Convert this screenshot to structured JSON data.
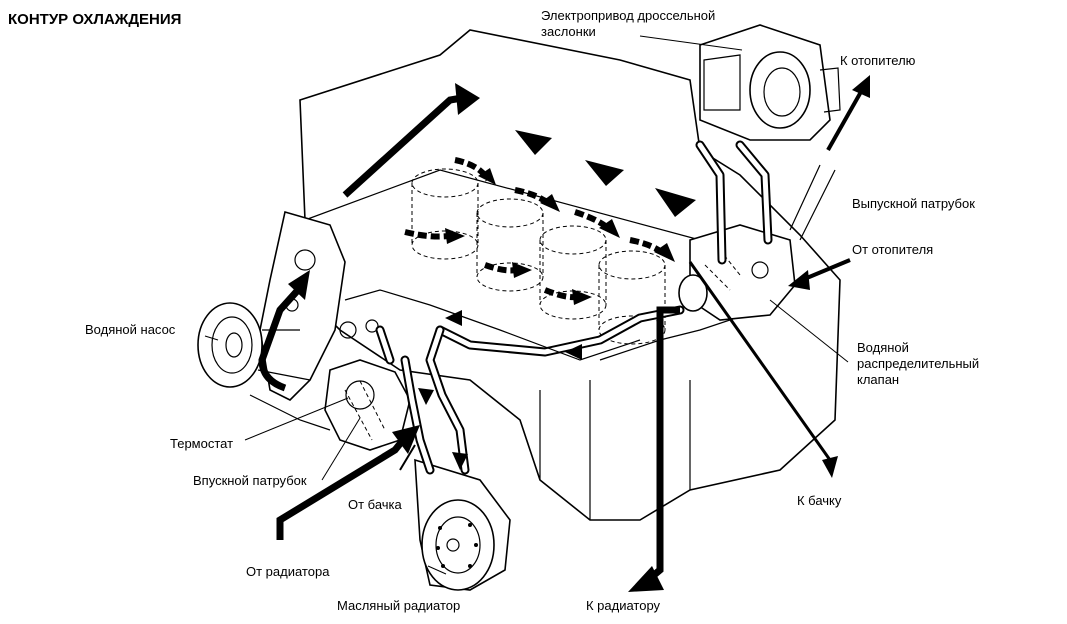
{
  "title": "КОНТУР ОХЛАЖДЕНИЯ",
  "labels": {
    "throttle": [
      "Электропривод дроссельной",
      "заслонки"
    ],
    "to_heater": "К отопителю",
    "outlet": "Выпускной патрубок",
    "from_heater": "От отопителя",
    "pump": "Водяной насос",
    "valve": [
      "Водяной",
      "распределительный",
      "клапан"
    ],
    "thermostat": "Термостат",
    "inlet": "Впускной патрубок",
    "from_tank": "От бачка",
    "to_tank": "К бачку",
    "from_radiator": "От радиатора",
    "oil_cooler": "Масляный радиатор",
    "to_radiator": "К радиатору"
  },
  "icons": {
    "flow_arrow": "bold-flow-arrow",
    "dashed_flow_arrow": "dashed-flow-arrow"
  },
  "colors": {
    "ink": "#000000",
    "paper": "#ffffff"
  }
}
